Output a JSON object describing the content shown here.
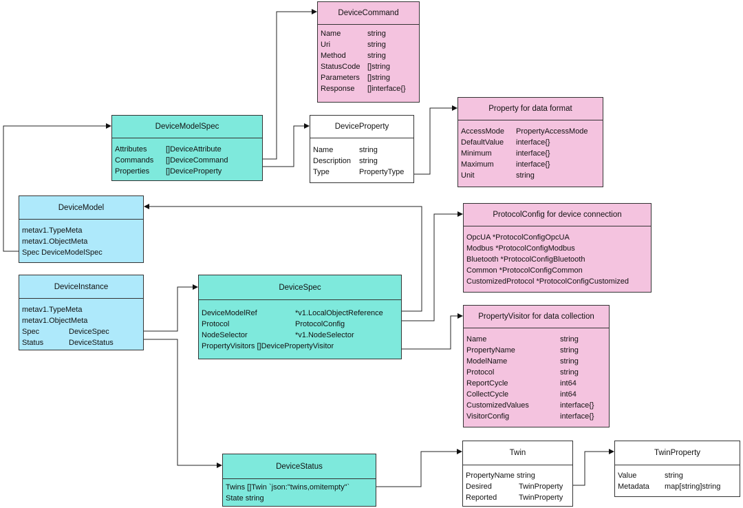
{
  "boxes": {
    "device_command": {
      "title": "DeviceCommand",
      "fields": [
        {
          "name": "Name",
          "type": "string"
        },
        {
          "name": "Uri",
          "type": "string"
        },
        {
          "name": "Method",
          "type": "string"
        },
        {
          "name": "StatusCode",
          "type": "[]string"
        },
        {
          "name": "Parameters",
          "type": "[]string"
        },
        {
          "name": "Response",
          "type": "[]interface{}"
        }
      ]
    },
    "device_model_spec": {
      "title": "DeviceModelSpec",
      "fields": [
        {
          "name": "Attributes",
          "type": "[]DeviceAttribute"
        },
        {
          "name": "Commands",
          "type": "[]DeviceCommand"
        },
        {
          "name": "Properties",
          "type": "[]DeviceProperty"
        }
      ]
    },
    "device_property": {
      "title": "DeviceProperty",
      "fields": [
        {
          "name": "Name",
          "type": "string"
        },
        {
          "name": "Description",
          "type": "string"
        },
        {
          "name": "Type",
          "type": "PropertyType"
        }
      ]
    },
    "property_format": {
      "title": "Property for data format",
      "fields": [
        {
          "name": "AccessMode",
          "type": "PropertyAccessMode"
        },
        {
          "name": "DefaultValue",
          "type": "interface{}"
        },
        {
          "name": "Minimum",
          "type": "interface{}"
        },
        {
          "name": "Maximum",
          "type": "interface{}"
        },
        {
          "name": "Unit",
          "type": "string"
        }
      ]
    },
    "device_model": {
      "title": "DeviceModel",
      "lines": [
        "metav1.TypeMeta",
        "metav1.ObjectMeta",
        "Spec DeviceModelSpec"
      ]
    },
    "protocol_config": {
      "title": "ProtocolConfig for device connection",
      "lines": [
        "OpcUA *ProtocolConfigOpcUA",
        "Modbus *ProtocolConfigModbus",
        "Bluetooth *ProtocolConfigBluetooth",
        "Common *ProtocolConfigCommon",
        "CustomizedProtocol *ProtocolConfigCustomized"
      ]
    },
    "device_instance": {
      "title": "DeviceInstance",
      "lines": [
        "metav1.TypeMeta",
        "metav1.ObjectMeta"
      ],
      "fields": [
        {
          "name": "Spec",
          "type": "DeviceSpec"
        },
        {
          "name": "Status",
          "type": "DeviceStatus"
        }
      ]
    },
    "device_spec": {
      "title": "DeviceSpec",
      "fields": [
        {
          "name": "DeviceModelRef",
          "type": "*v1.LocalObjectReference"
        },
        {
          "name": "Protocol",
          "type": "ProtocolConfig"
        },
        {
          "name": "NodeSelector",
          "type": "*v1.NodeSelector"
        }
      ],
      "lines": [
        "PropertyVisitors []DevicePropertyVisitor"
      ]
    },
    "property_visitor": {
      "title": "PropertyVisitor for data collection",
      "fields": [
        {
          "name": "Name",
          "type": "string"
        },
        {
          "name": "PropertyName",
          "type": "string"
        },
        {
          "name": "ModelName",
          "type": "string"
        },
        {
          "name": "Protocol",
          "type": "string"
        },
        {
          "name": "ReportCycle",
          "type": "int64"
        },
        {
          "name": "CollectCycle",
          "type": "int64"
        },
        {
          "name": "CustomizedValues",
          "type": "interface{}"
        },
        {
          "name": "VisitorConfig",
          "type": "interface{}"
        }
      ]
    },
    "device_status": {
      "title": "DeviceStatus",
      "lines": [
        "Twins []Twin `json:\"twins,omitempty\"`",
        "State string"
      ]
    },
    "twin": {
      "title": "Twin",
      "lines": [
        "PropertyName string"
      ],
      "fields": [
        {
          "name": "Desired",
          "type": "TwinProperty"
        },
        {
          "name": "Reported",
          "type": "TwinProperty"
        }
      ]
    },
    "twin_property": {
      "title": "TwinProperty",
      "fields": [
        {
          "name": "Value",
          "type": "string"
        },
        {
          "name": "Metadata",
          "type": "map[string]string"
        }
      ]
    }
  },
  "colors": {
    "pink": "#f4c3df",
    "teal": "#7ee9dc",
    "blue": "#aee9fb",
    "white": "#ffffff",
    "line": "#333333"
  }
}
